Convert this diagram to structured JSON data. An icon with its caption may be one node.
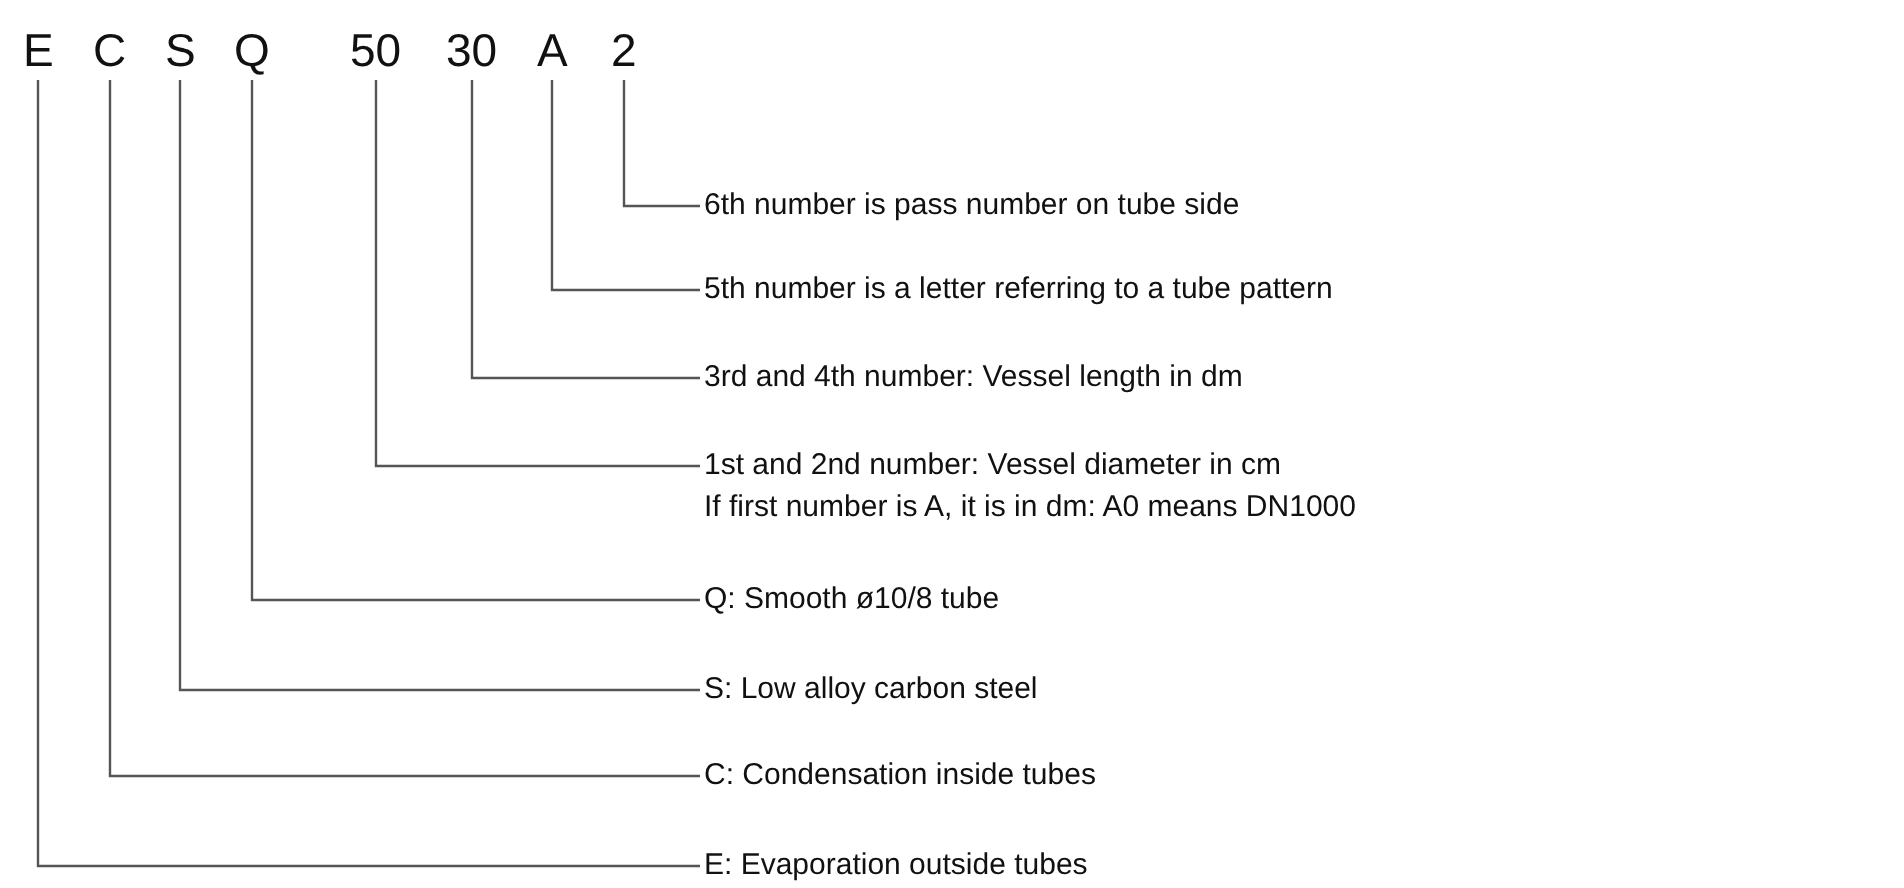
{
  "diagram": {
    "nodes": [
      {
        "text": [
          "E"
        ]
      },
      {
        "text": [
          "C"
        ]
      },
      {
        "text": [
          "S"
        ]
      },
      {
        "text": [
          "Q"
        ]
      },
      {
        "text": [
          "50"
        ]
      },
      {
        "text": [
          "30"
        ]
      },
      {
        "text": [
          "A"
        ]
      },
      {
        "text": [
          "2"
        ]
      },
      {
        "text": [
          "6th number is pass number on tube side"
        ]
      },
      {
        "text": [
          "5th number is a letter referring to a tube pattern"
        ]
      },
      {
        "text": [
          "3rd and 4th number: Vessel length in dm"
        ]
      },
      {
        "text": [
          "1st and 2nd number: Vessel diameter in cm If first number is A, it is in dm: A0 means DN1000"
        ]
      },
      {
        "text": [
          "Q: Smooth ø10/8 tube"
        ]
      },
      {
        "text": [
          "S: Low alloy carbon steel"
        ]
      },
      {
        "text": [
          "C: Condensation inside tubes"
        ]
      },
      {
        "text": [
          "E: Evaporation outside tubes"
        ]
      }
    ],
    "edges": [
      {
        "from": 7,
        "to": 8,
        "arrow": "none"
      },
      {
        "from": 6,
        "to": 9,
        "arrow": "none"
      },
      {
        "from": 5,
        "to": 10,
        "arrow": "none"
      },
      {
        "from": 4,
        "to": 11,
        "arrow": "none"
      },
      {
        "from": 3,
        "to": 12,
        "arrow": "none"
      },
      {
        "from": 2,
        "to": 13,
        "arrow": "none"
      },
      {
        "from": 1,
        "to": 14,
        "arrow": "none"
      },
      {
        "from": 0,
        "to": 15,
        "arrow": "none"
      }
    ]
  }
}
